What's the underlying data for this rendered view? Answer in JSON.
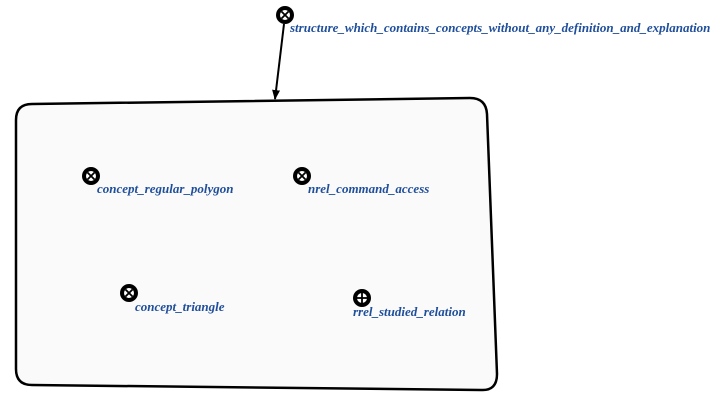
{
  "colors": {
    "label": "#1f4e9b",
    "stroke": "#000000",
    "contour_fill": "#fafafa"
  },
  "structure_node": {
    "label": "structure_which_contains_concepts_without_any_definition_and_explanation",
    "icon": "class-node-icon"
  },
  "contour": {
    "icon": "structure-contour"
  },
  "nodes": [
    {
      "label": "concept_regular_polygon",
      "icon": "class-node-icon"
    },
    {
      "label": "nrel_command_access",
      "icon": "class-node-icon"
    },
    {
      "label": "concept_triangle",
      "icon": "class-node-icon"
    },
    {
      "label": "rrel_studied_relation",
      "icon": "role-relation-node-icon"
    }
  ]
}
